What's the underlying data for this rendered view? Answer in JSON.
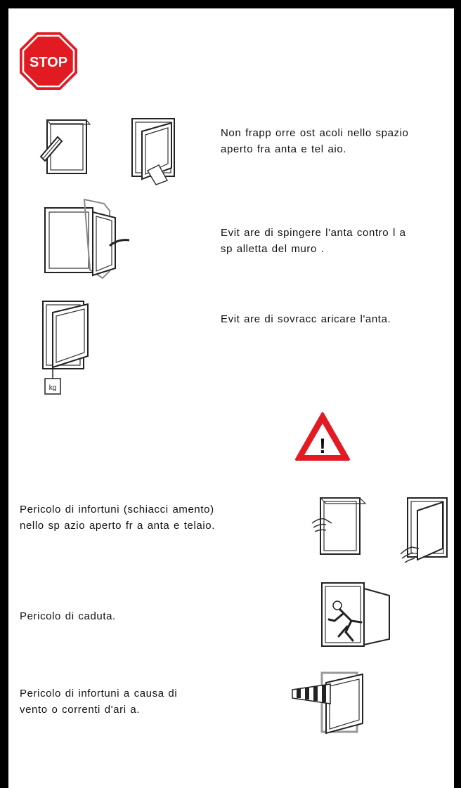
{
  "stop_sign": {
    "label": "STOP",
    "color": "#e21b23"
  },
  "warning_sign": {
    "color": "#e21b23",
    "symbol": "!"
  },
  "prohibitions": [
    {
      "line1": "Non frapp orre ost acoli nello spazio",
      "line2": "aperto fra anta e tel aio."
    },
    {
      "line1": "Evit are di spingere l'anta contro l a",
      "line2": "sp alletta del muro ."
    },
    {
      "line1": "Evit are di sovracc aricare l'anta.",
      "line2": ""
    }
  ],
  "weight_label": "kg",
  "hazards": [
    {
      "line1": "Pericolo di infortuni (schiacci amento)",
      "line2": "nello sp azio aperto fr a anta e telaio."
    },
    {
      "line1": "Pericolo di caduta.",
      "line2": ""
    },
    {
      "line1": "Pericolo di infortuni a causa di",
      "line2": "vento o correnti d'ari a."
    }
  ]
}
